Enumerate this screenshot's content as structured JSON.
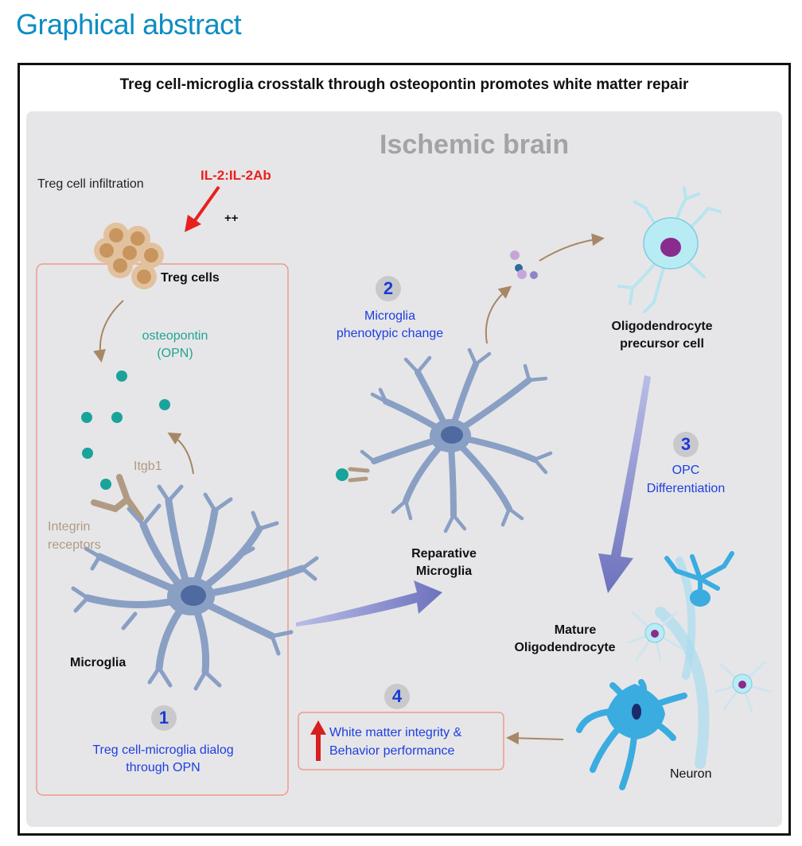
{
  "heading": "Graphical abstract",
  "frame_title": "Treg cell-microglia crosstalk through osteopontin promotes white matter repair",
  "region_label": "Ischemic brain",
  "labels": {
    "treg_infiltration": "Treg cell infiltration",
    "il2": "IL-2:IL-2Ab",
    "plusplus": "++",
    "treg_cells": "Treg cells",
    "osteopontin": "osteopontin",
    "opn": "(OPN)",
    "itgb1": "Itgb1",
    "integrin": "Integrin",
    "receptors": "receptors",
    "microglia": "Microglia",
    "reparative_1": "Reparative",
    "reparative_2": "Microglia",
    "opc_1": "Oligodendrocyte",
    "opc_2": "precursor cell",
    "mature_1": "Mature",
    "mature_2": "Oligodendrocyte",
    "neuron": "Neuron"
  },
  "steps": [
    {
      "number": "1",
      "line1": "Treg cell-microglia dialog",
      "line2": "through OPN"
    },
    {
      "number": "2",
      "line1": "Microglia",
      "line2": "phenotypic change"
    },
    {
      "number": "3",
      "line1": "OPC",
      "line2": "Differentiation"
    },
    {
      "number": "4",
      "line1": "White matter integrity &",
      "line2": "Behavior performance"
    }
  ],
  "colors": {
    "title_blue": "#0c8cc4",
    "step_text": "#1e3ee0",
    "opn_teal": "#22a394",
    "il2_red": "#e8201e",
    "microglia": "#8a9fc4",
    "neuron": "#3aace0",
    "opc": "#b8ecf4",
    "arrow_brown": "#a88766",
    "process_arrow": "#7a80c2"
  }
}
